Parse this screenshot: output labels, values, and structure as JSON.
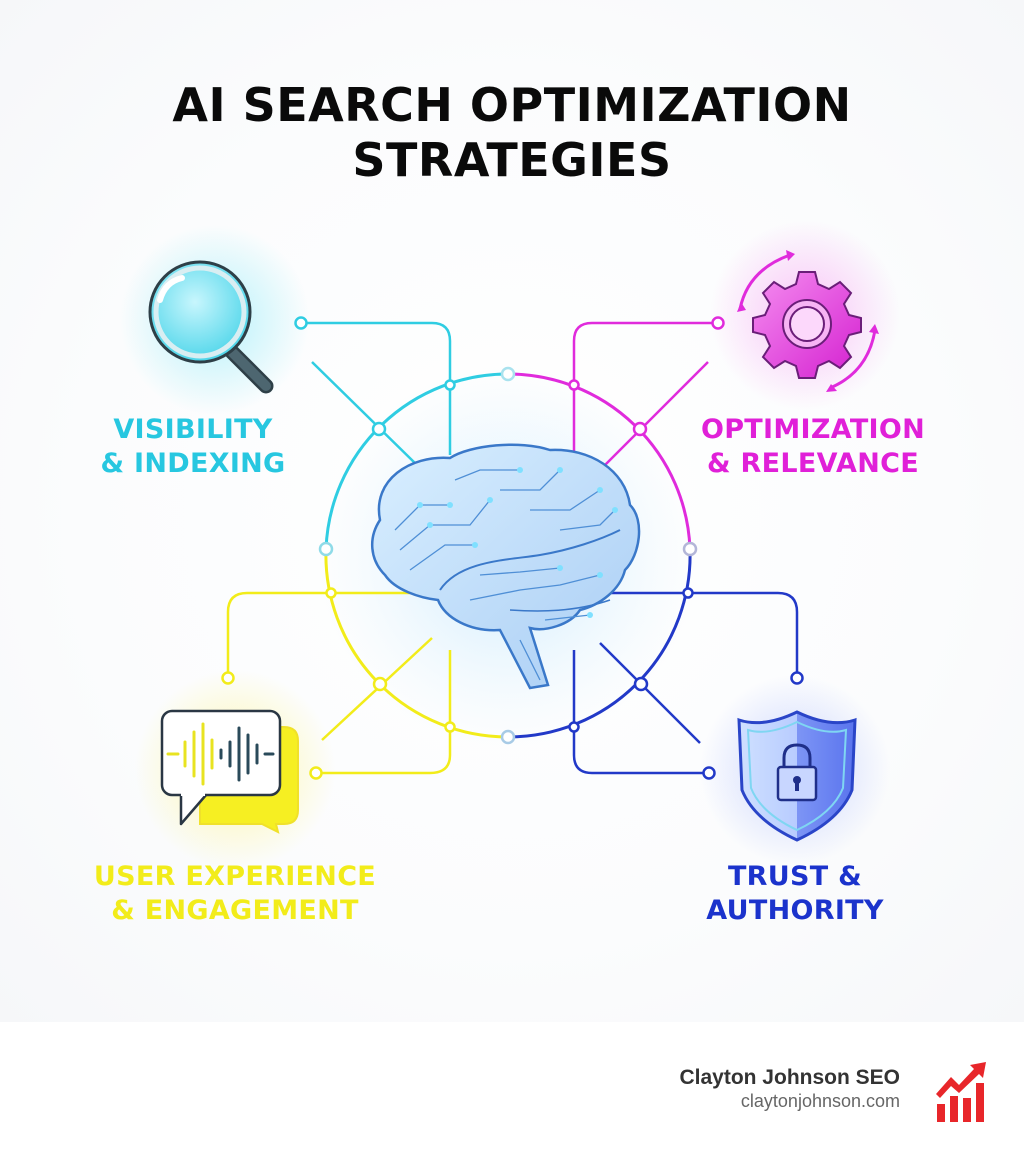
{
  "title": {
    "line1": "AI SEARCH OPTIMIZATION",
    "line2": "STRATEGIES"
  },
  "center": {
    "icon": "circuit-brain-icon"
  },
  "quadrants": [
    {
      "id": "visibility",
      "line1": "VISIBILITY",
      "line2": "& INDEXING",
      "icon": "magnifying-glass-icon",
      "color": "#27c7e0",
      "position": "top-left"
    },
    {
      "id": "optimization",
      "line1": "OPTIMIZATION",
      "line2": "& RELEVANCE",
      "icon": "gear-with-cycle-arrows-icon",
      "color": "#e020d8",
      "position": "top-right"
    },
    {
      "id": "user-experience",
      "line1": "USER EXPERIENCE",
      "line2": "& ENGAGEMENT",
      "icon": "chat-bubble-soundwave-icon",
      "color": "#f2ec1a",
      "position": "bottom-left"
    },
    {
      "id": "trust",
      "line1": "TRUST &",
      "line2": "AUTHORITY",
      "icon": "shield-padlock-icon",
      "color": "#1b33cc",
      "position": "bottom-right"
    }
  ],
  "brand": {
    "name": "Clayton Johnson SEO",
    "url": "claytonjohnson.com",
    "logo": "bar-chart-up-arrow-icon",
    "logo_color": "#e8262a"
  }
}
